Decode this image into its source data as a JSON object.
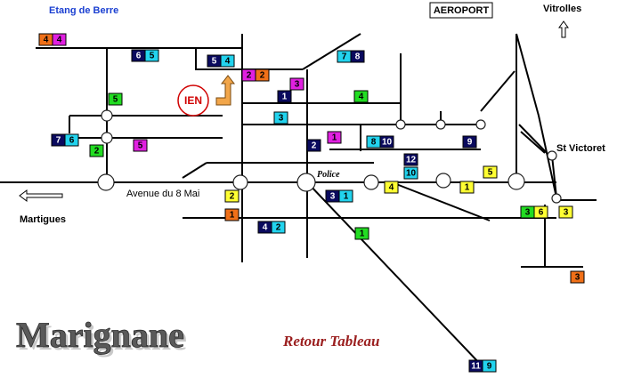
{
  "labels": {
    "etang": "Etang de Berre",
    "aeroport": "AEROPORT",
    "vitrolles": "Vitrolles",
    "st_victoret": "St Victoret",
    "avenue": "Avenue du 8 Mai",
    "martigues": "Martigues",
    "police": "Police",
    "ien": "IEN",
    "retour": "Retour Tableau",
    "town": "Marignane"
  },
  "colors": {
    "navy": "#0a0a5e",
    "cyan": "#22d3ee",
    "green": "#22dd22",
    "magenta": "#e020e0",
    "orange": "#f07018",
    "yellow": "#ffff33",
    "ien_red": "#d00000",
    "arrow_orange": "#f2a64a",
    "blue_label": "#1a3fd1"
  },
  "markers": [
    {
      "id": "m1",
      "items": [
        {
          "text": "4",
          "color": "orange"
        },
        {
          "text": "4",
          "color": "magenta"
        }
      ]
    },
    {
      "id": "m2",
      "items": [
        {
          "text": "6",
          "color": "navy"
        },
        {
          "text": "5",
          "color": "cyan"
        }
      ]
    },
    {
      "id": "m3",
      "items": [
        {
          "text": "5",
          "color": "navy"
        },
        {
          "text": "4",
          "color": "cyan"
        }
      ]
    },
    {
      "id": "m4",
      "items": [
        {
          "text": "7",
          "color": "cyan"
        },
        {
          "text": "8",
          "color": "navy"
        }
      ]
    },
    {
      "id": "m5",
      "items": [
        {
          "text": "2",
          "color": "magenta"
        },
        {
          "text": "2",
          "color": "orange"
        }
      ]
    },
    {
      "id": "m6",
      "items": [
        {
          "text": "3",
          "color": "magenta"
        }
      ]
    },
    {
      "id": "m7",
      "items": [
        {
          "text": "1",
          "color": "navy"
        }
      ]
    },
    {
      "id": "m8",
      "items": [
        {
          "text": "4",
          "color": "green"
        }
      ]
    },
    {
      "id": "m9",
      "items": [
        {
          "text": "5",
          "color": "green"
        }
      ]
    },
    {
      "id": "m10",
      "items": [
        {
          "text": "3",
          "color": "cyan"
        }
      ]
    },
    {
      "id": "m11",
      "items": [
        {
          "text": "7",
          "color": "navy"
        },
        {
          "text": "6",
          "color": "cyan"
        }
      ]
    },
    {
      "id": "m12",
      "items": [
        {
          "text": "5",
          "color": "magenta"
        }
      ]
    },
    {
      "id": "m13",
      "items": [
        {
          "text": "2",
          "color": "green"
        }
      ]
    },
    {
      "id": "m14",
      "items": [
        {
          "text": "1",
          "color": "magenta"
        }
      ]
    },
    {
      "id": "m15",
      "items": [
        {
          "text": "2",
          "color": "navy"
        }
      ]
    },
    {
      "id": "m16",
      "items": [
        {
          "text": "8",
          "color": "cyan"
        },
        {
          "text": "10",
          "color": "navy"
        }
      ]
    },
    {
      "id": "m17",
      "items": [
        {
          "text": "9",
          "color": "navy"
        }
      ]
    },
    {
      "id": "m18",
      "items": [
        {
          "text": "12",
          "color": "navy"
        }
      ]
    },
    {
      "id": "m19",
      "items": [
        {
          "text": "10",
          "color": "cyan"
        }
      ]
    },
    {
      "id": "m20",
      "items": [
        {
          "text": "5",
          "color": "yellow"
        }
      ]
    },
    {
      "id": "m21",
      "items": [
        {
          "text": "4",
          "color": "yellow"
        }
      ]
    },
    {
      "id": "m22",
      "items": [
        {
          "text": "1",
          "color": "yellow"
        }
      ]
    },
    {
      "id": "m23",
      "items": [
        {
          "text": "3",
          "color": "navy"
        },
        {
          "text": "1",
          "color": "cyan"
        }
      ]
    },
    {
      "id": "m24",
      "items": [
        {
          "text": "2",
          "color": "yellow"
        }
      ]
    },
    {
      "id": "m25",
      "items": [
        {
          "text": "1",
          "color": "orange"
        }
      ]
    },
    {
      "id": "m26",
      "items": [
        {
          "text": "4",
          "color": "navy"
        },
        {
          "text": "2",
          "color": "cyan"
        }
      ]
    },
    {
      "id": "m27",
      "items": [
        {
          "text": "1",
          "color": "green"
        }
      ]
    },
    {
      "id": "m28",
      "items": [
        {
          "text": "3",
          "color": "green"
        },
        {
          "text": "6",
          "color": "yellow"
        }
      ]
    },
    {
      "id": "m29",
      "items": [
        {
          "text": "3",
          "color": "yellow"
        }
      ]
    },
    {
      "id": "m30",
      "items": [
        {
          "text": "3",
          "color": "orange"
        }
      ]
    },
    {
      "id": "m31",
      "items": [
        {
          "text": "11",
          "color": "navy"
        },
        {
          "text": "9",
          "color": "cyan"
        }
      ]
    }
  ]
}
